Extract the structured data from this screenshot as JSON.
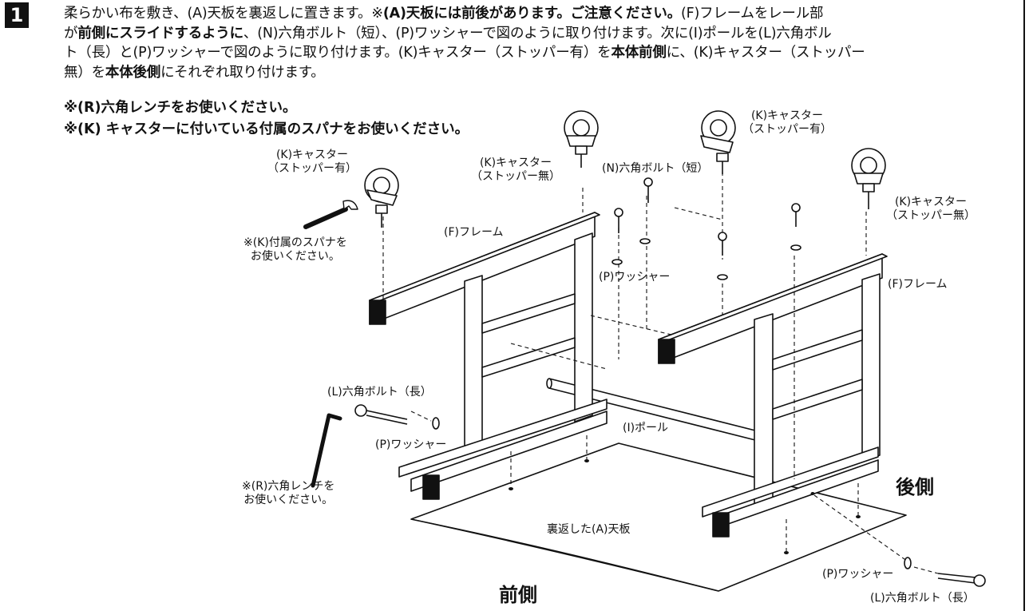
{
  "step": {
    "number": "1",
    "line1": "柔らかい布を敷き、(A)天板を裏返しに置きます。※",
    "line1b": "(A)天板には前後があります。ご注意ください。",
    "line1c": "(F)フレームをレール部",
    "line2a": "が",
    "line2b": "前側にスライドするように",
    "line2c": "、(N)六角ボルト（短）、(P)ワッシャーで図のように取り付けます。次に(I)ポールを(L)六角ボル",
    "line3a": "ト（長）と(P)ワッシャーで図のように取り付けます。(K)キャスター（ストッパー有）を",
    "line3b": "本体前側",
    "line3c": "に、(K)キャスター（ストッパー",
    "line4a": "無）を",
    "line4b": "本体後側",
    "line4c": "にそれぞれ取り付けます。",
    "note1": "※(R)六角レンチをお使いください。",
    "note2": "※(K) キャスターに付いている付属のスパナをお使いください。"
  },
  "labels": {
    "caster_left_1": "(K)キャスター",
    "caster_left_2": "（ストッパー有）",
    "spanner_1": "※(K)付属のスパナを",
    "spanner_2": "お使いください。",
    "caster_mid_1": "(K)キャスター",
    "caster_mid_2": "（ストッパー無）",
    "bolt_short": "(N)六角ボルト（短）",
    "caster_top_1": "(K)キャスター",
    "caster_top_2": "（ストッパー有）",
    "caster_right_1": "(K)キャスター",
    "caster_right_2": "（ストッパー無）",
    "frame_left": "(F)フレーム",
    "frame_right": "(F)フレーム",
    "washer_mid": "(P)ワッシャー",
    "bolt_long_left": "(L)六角ボルト（長）",
    "washer_left": "(P)ワッシャー",
    "pole": "(I)ポール",
    "wrench_1": "※(R)六角レンチを",
    "wrench_2": "お使いください。",
    "top_board": "裏返した(A)天板",
    "rear_side": "後側",
    "front_side": "前側",
    "washer_right": "(P)ワッシャー",
    "bolt_long_right": "(L)六角ボルト（長）"
  }
}
